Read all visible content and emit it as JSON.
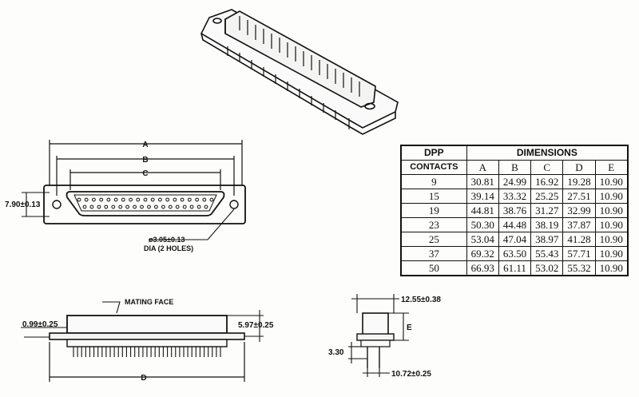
{
  "front_view": {
    "a_label": "A",
    "b_label": "B",
    "c_label": "C",
    "height_label": "7.90±0.13",
    "hole_label_line1": "ø3.05±0.13",
    "hole_label_line2": "DIA (2 HOLES)",
    "pins_top_row": 19,
    "pins_bottom_row": 18
  },
  "side_view": {
    "mating_face_label": "MATING FACE",
    "flange_label": "0.99±0.25",
    "body_height_label": "5.97±0.25",
    "d_label": "D"
  },
  "end_view": {
    "width_label": "12.55±0.38",
    "e_label": "E",
    "pin_length_label": "3.30",
    "pin_spacing_label": "10.72±0.25"
  },
  "table": {
    "header_dpp": "DPP",
    "header_dimensions": "DIMENSIONS",
    "header_contacts": "CONTACTS",
    "columns": [
      "A",
      "B",
      "C",
      "D",
      "E"
    ],
    "rows": [
      {
        "contacts": "9",
        "values": [
          "30.81",
          "24.99",
          "16.92",
          "19.28",
          "10.90"
        ]
      },
      {
        "contacts": "15",
        "values": [
          "39.14",
          "33.32",
          "25.25",
          "27.51",
          "10.90"
        ]
      },
      {
        "contacts": "19",
        "values": [
          "44.81",
          "38.76",
          "31.27",
          "32.99",
          "10.90"
        ]
      },
      {
        "contacts": "23",
        "values": [
          "50.30",
          "44.48",
          "38.19",
          "37.87",
          "10.90"
        ]
      },
      {
        "contacts": "25",
        "values": [
          "53.04",
          "47.04",
          "38.97",
          "41.28",
          "10.90"
        ]
      },
      {
        "contacts": "37",
        "values": [
          "69.32",
          "63.50",
          "55.43",
          "57.71",
          "10.90"
        ]
      },
      {
        "contacts": "50",
        "values": [
          "66.93",
          "61.11",
          "53.02",
          "55.32",
          "10.90"
        ]
      }
    ]
  }
}
